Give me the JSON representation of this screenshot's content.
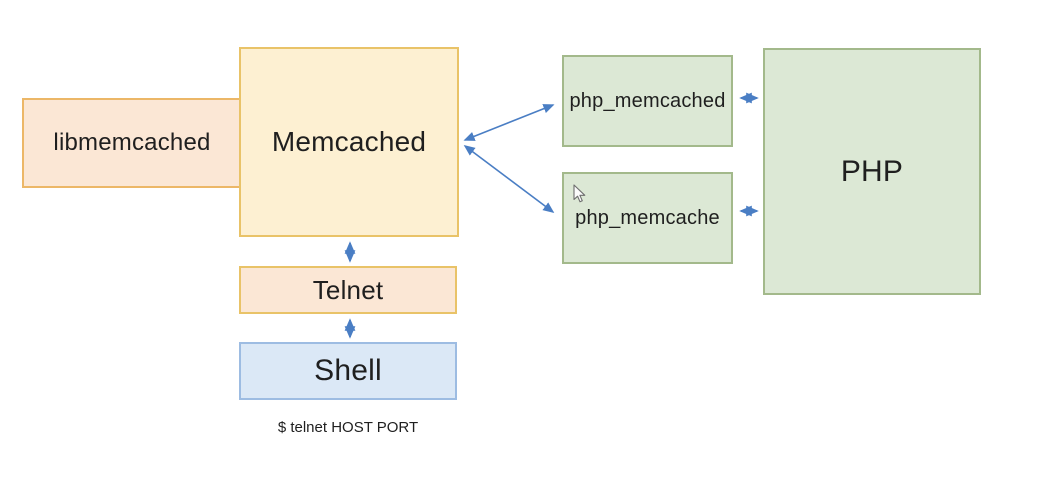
{
  "diagram": {
    "background_color": "#ffffff",
    "text_color": "#1f1f1f",
    "arrow_color": "#4a7ec4",
    "cursor_icon": "mouse-pointer",
    "nodes": [
      {
        "id": "libmemcached",
        "label": "libmemcached",
        "fill": "#fbe7d5",
        "border": "#ecb767"
      },
      {
        "id": "memcached",
        "label": "Memcached",
        "fill": "#fdf0d2",
        "border": "#e9c368"
      },
      {
        "id": "telnet",
        "label": "Telnet",
        "fill": "#fbe7d5",
        "border": "#e9c368"
      },
      {
        "id": "shell",
        "label": "Shell",
        "fill": "#dbe8f6",
        "border": "#9dbce2"
      },
      {
        "id": "php_memcached",
        "label": "php_memcached",
        "fill": "#dce8d5",
        "border": "#a3b98b"
      },
      {
        "id": "php_memcache",
        "label": "php_memcache",
        "fill": "#dce8d5",
        "border": "#a3b98b"
      },
      {
        "id": "php",
        "label": "PHP",
        "fill": "#dce8d5",
        "border": "#a3b98b"
      }
    ],
    "caption": "$ telnet HOST PORT",
    "connections": [
      {
        "from": "memcached",
        "to": "php_memcached",
        "bidirectional": true
      },
      {
        "from": "memcached",
        "to": "php_memcache",
        "bidirectional": true
      },
      {
        "from": "php_memcached",
        "to": "php",
        "bidirectional": true
      },
      {
        "from": "php_memcache",
        "to": "php",
        "bidirectional": true
      },
      {
        "from": "memcached",
        "to": "telnet",
        "bidirectional": true
      },
      {
        "from": "telnet",
        "to": "shell",
        "bidirectional": true
      }
    ]
  }
}
